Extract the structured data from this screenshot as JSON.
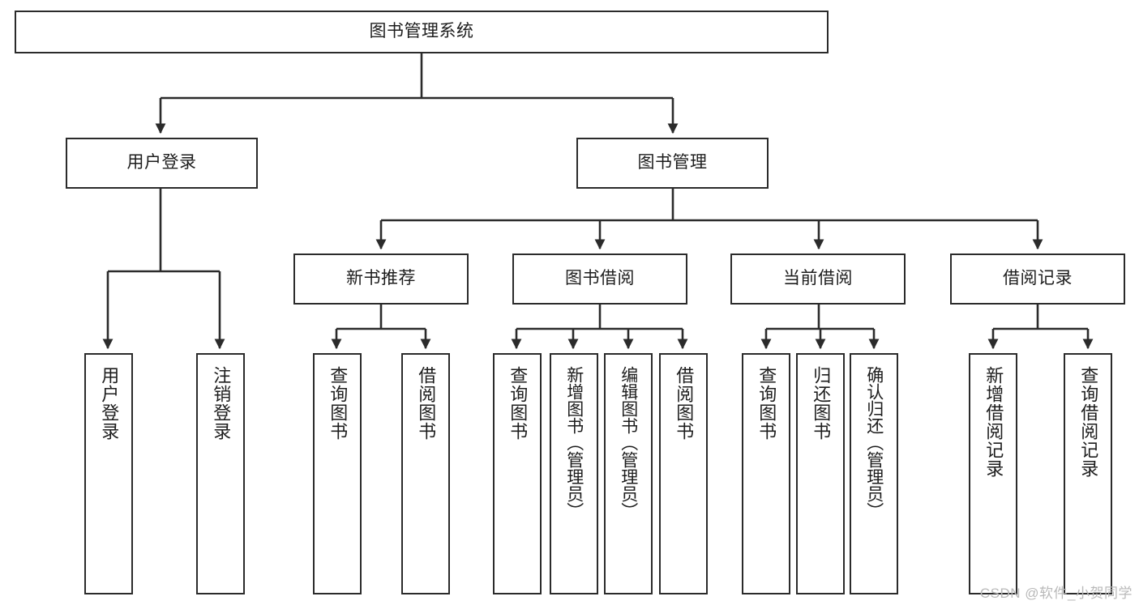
{
  "diagram": {
    "title": "图书管理系统",
    "type": "tree",
    "watermark": "CSDN @软件_小贺同学",
    "colors": {
      "box_border": "#2b2b2b",
      "box_fill": "#ffffff",
      "text": "#1d1d1d",
      "connector": "#2b2b2b",
      "watermark": "#b9b9b9",
      "background": "#ffffff"
    },
    "nodes": {
      "root": {
        "label": "图书管理系统"
      },
      "level2": [
        {
          "label": "用户登录"
        },
        {
          "label": "图书管理"
        }
      ],
      "level3": [
        {
          "label": "新书推荐"
        },
        {
          "label": "图书借阅"
        },
        {
          "label": "当前借阅"
        },
        {
          "label": "借阅记录"
        }
      ],
      "leaves_user_login": [
        {
          "label": "用户登录"
        },
        {
          "label": "注销登录"
        }
      ],
      "leaves_new_books": [
        {
          "label": "查询图书"
        },
        {
          "label": "借阅图书"
        }
      ],
      "leaves_borrow": [
        {
          "label": "查询图书"
        },
        {
          "label": "新增图书（管理员）"
        },
        {
          "label": "编辑图书（管理员）"
        },
        {
          "label": "借阅图书"
        }
      ],
      "leaves_current": [
        {
          "label": "查询图书"
        },
        {
          "label": "归还图书"
        },
        {
          "label": "确认归还（管理员）"
        }
      ],
      "leaves_records": [
        {
          "label": "新增借阅记录"
        },
        {
          "label": "查询借阅记录"
        }
      ]
    }
  }
}
